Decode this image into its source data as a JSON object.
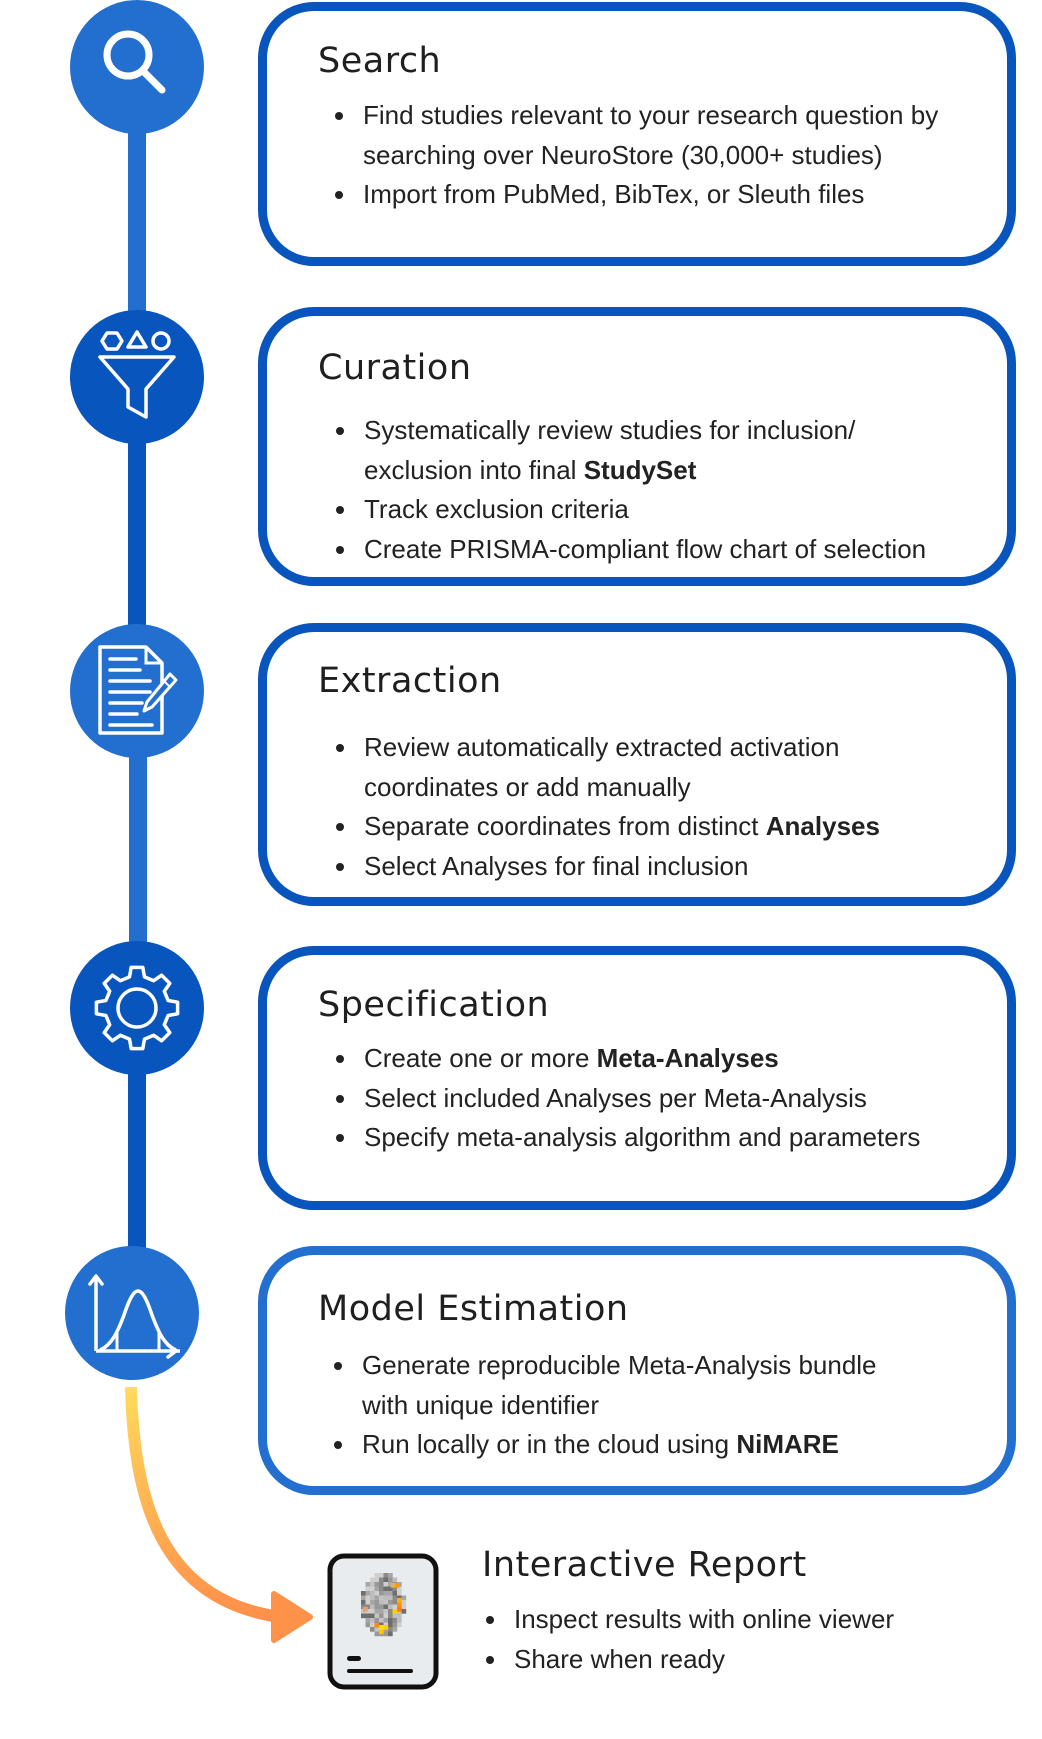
{
  "colors": {
    "blue_light": "#236FD0",
    "blue_dark": "#0955BE",
    "arrow_start": "#FFDB5C",
    "arrow_end": "#FF8F4A",
    "text": "#222222"
  },
  "steps": [
    {
      "title": "Search",
      "icon": "search-icon",
      "bullets": [
        {
          "lines": [
            "Find studies relevant to your research question by",
            "searching over NeuroStore (30,000+ studies)"
          ]
        },
        {
          "lines": [
            "Import from PubMed, BibTex, or Sleuth files"
          ]
        }
      ]
    },
    {
      "title": "Curation",
      "icon": "funnel-icon",
      "bullets": [
        {
          "lines": [
            "Systematically review studies for inclusion/",
            "exclusion into final "
          ],
          "bold": "StudySet"
        },
        {
          "lines": [
            "Track exclusion criteria"
          ]
        },
        {
          "lines": [
            "Create PRISMA-compliant flow chart of selection"
          ]
        }
      ]
    },
    {
      "title": "Extraction",
      "icon": "document-edit-icon",
      "bullets": [
        {
          "lines": [
            "Review automatically extracted activation",
            "coordinates or add manually"
          ]
        },
        {
          "lines": [
            "Separate coordinates from distinct "
          ],
          "bold": "Analyses"
        },
        {
          "lines": [
            "Select Analyses for final inclusion"
          ]
        }
      ]
    },
    {
      "title": "Specification",
      "icon": "gear-icon",
      "bullets": [
        {
          "lines": [
            "Create one or more "
          ],
          "bold": "Meta-Analyses"
        },
        {
          "lines": [
            "Select included Analyses per Meta-Analysis"
          ]
        },
        {
          "lines": [
            "Specify meta-analysis algorithm and parameters"
          ]
        }
      ]
    },
    {
      "title": "Model Estimation",
      "icon": "distribution-chart-icon",
      "bullets": [
        {
          "lines": [
            "Generate reproducible Meta-Analysis bundle",
            "with unique identifier"
          ]
        },
        {
          "lines": [
            "Run locally or in the cloud using "
          ],
          "bold": "NiMARE"
        }
      ]
    }
  ],
  "report": {
    "title": "Interactive Report",
    "icon": "brain-report-icon",
    "bullets": [
      {
        "lines": [
          "Inspect results with online viewer"
        ]
      },
      {
        "lines": [
          "Share when ready"
        ]
      }
    ]
  }
}
